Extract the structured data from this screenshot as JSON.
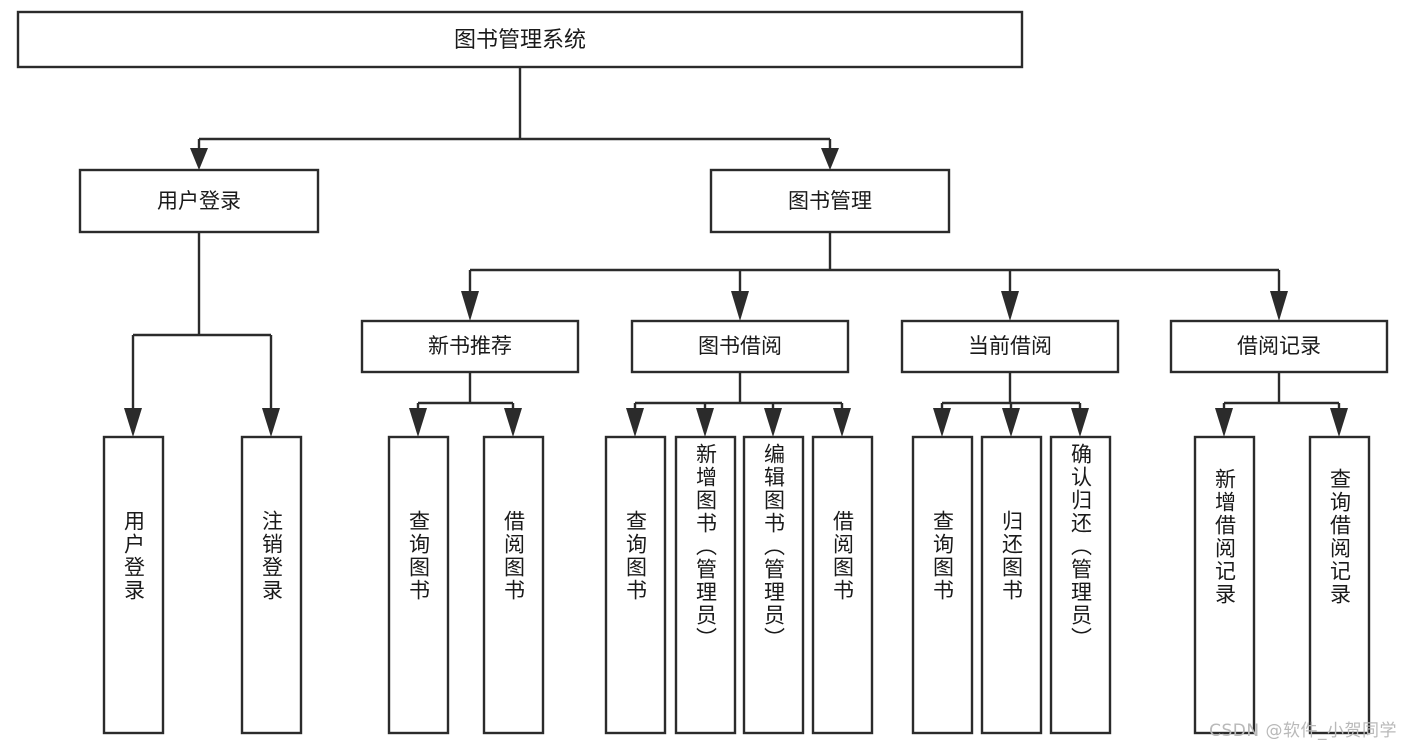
{
  "diagram": {
    "title": "图书管理系统",
    "type": "tree",
    "watermark": "CSDN @软件_小贺同学",
    "colors": {
      "stroke": "#2b2b2b",
      "fill": "#ffffff",
      "text": "#1a1a1a",
      "watermark": "#b9b9b9",
      "background": "#ffffff"
    },
    "root": {
      "id": "root",
      "label": "图书管理系统"
    },
    "level2": [
      {
        "id": "user-login",
        "label": "用户登录"
      },
      {
        "id": "book-manage",
        "label": "图书管理"
      }
    ],
    "level3": [
      {
        "id": "new-book-recommend",
        "label": "新书推荐",
        "parent": "book-manage"
      },
      {
        "id": "book-borrow",
        "label": "图书借阅",
        "parent": "book-manage"
      },
      {
        "id": "current-borrow",
        "label": "当前借阅",
        "parent": "book-manage"
      },
      {
        "id": "borrow-record",
        "label": "借阅记录",
        "parent": "book-manage"
      }
    ],
    "leaves": {
      "user-login": [
        {
          "id": "leaf-user-login",
          "label": "用户登录"
        },
        {
          "id": "leaf-logout-login",
          "label": "注销登录"
        }
      ],
      "new-book-recommend": [
        {
          "id": "leaf-query-book-1",
          "label": "查询图书"
        },
        {
          "id": "leaf-borrow-book-1",
          "label": "借阅图书"
        }
      ],
      "book-borrow": [
        {
          "id": "leaf-query-book-2",
          "label": "查询图书"
        },
        {
          "id": "leaf-add-book-admin",
          "label": "新增图书（管理员）"
        },
        {
          "id": "leaf-edit-book-admin",
          "label": "编辑图书（管理员）"
        },
        {
          "id": "leaf-borrow-book-2",
          "label": "借阅图书"
        }
      ],
      "current-borrow": [
        {
          "id": "leaf-query-book-3",
          "label": "查询图书"
        },
        {
          "id": "leaf-return-book",
          "label": "归还图书"
        },
        {
          "id": "leaf-confirm-return-admin",
          "label": "确认归还（管理员）"
        }
      ],
      "borrow-record": [
        {
          "id": "leaf-add-borrow-record",
          "label": "新增借阅记录"
        },
        {
          "id": "leaf-query-borrow-record",
          "label": "查询借阅记录"
        }
      ]
    }
  }
}
